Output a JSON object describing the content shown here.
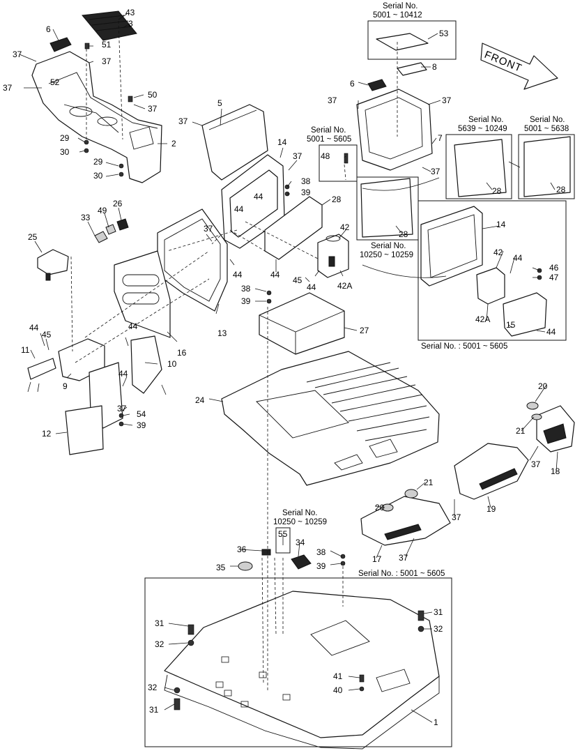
{
  "front_label": "FRONT",
  "serials": {
    "top_right": [
      "Serial No.",
      "5001 ~ 10412"
    ],
    "mid_a": [
      "Serial No.",
      "5001 ~ 5605"
    ],
    "mid_b": [
      "Serial No.",
      "5639 ~ 10249"
    ],
    "mid_c": [
      "Serial No.",
      "5001 ~ 5638"
    ],
    "mid_d": [
      "Serial No.",
      "10250 ~ 10259"
    ],
    "inset_box": "Serial No. : 5001 ~ 5605",
    "lower_box": [
      "Serial No.",
      "10250 ~ 10259"
    ],
    "bottom_box": "Serial No. : 5001 ~ 5605"
  },
  "callouts": [
    "43",
    "3",
    "6",
    "51",
    "37",
    "37",
    "52",
    "37",
    "50",
    "37",
    "29",
    "30",
    "2",
    "29",
    "30",
    "5",
    "37",
    "14",
    "37",
    "38",
    "39",
    "44",
    "44",
    "28",
    "37",
    "42",
    "44",
    "42A",
    "45",
    "44",
    "33",
    "49",
    "26",
    "25",
    "13",
    "16",
    "38",
    "39",
    "27",
    "44",
    "45",
    "11",
    "9",
    "44",
    "44",
    "10",
    "44",
    "37",
    "54",
    "39",
    "12",
    "24",
    "53",
    "8",
    "6",
    "37",
    "37",
    "7",
    "48",
    "37",
    "28",
    "28",
    "28",
    "14",
    "42",
    "44",
    "46",
    "47",
    "42A",
    "15",
    "44",
    "20",
    "21",
    "37",
    "18",
    "19",
    "21",
    "20",
    "37",
    "17",
    "37",
    "55",
    "36",
    "34",
    "35",
    "38",
    "39",
    "31",
    "32",
    "31",
    "32",
    "32",
    "31",
    "41",
    "40",
    "1"
  ]
}
